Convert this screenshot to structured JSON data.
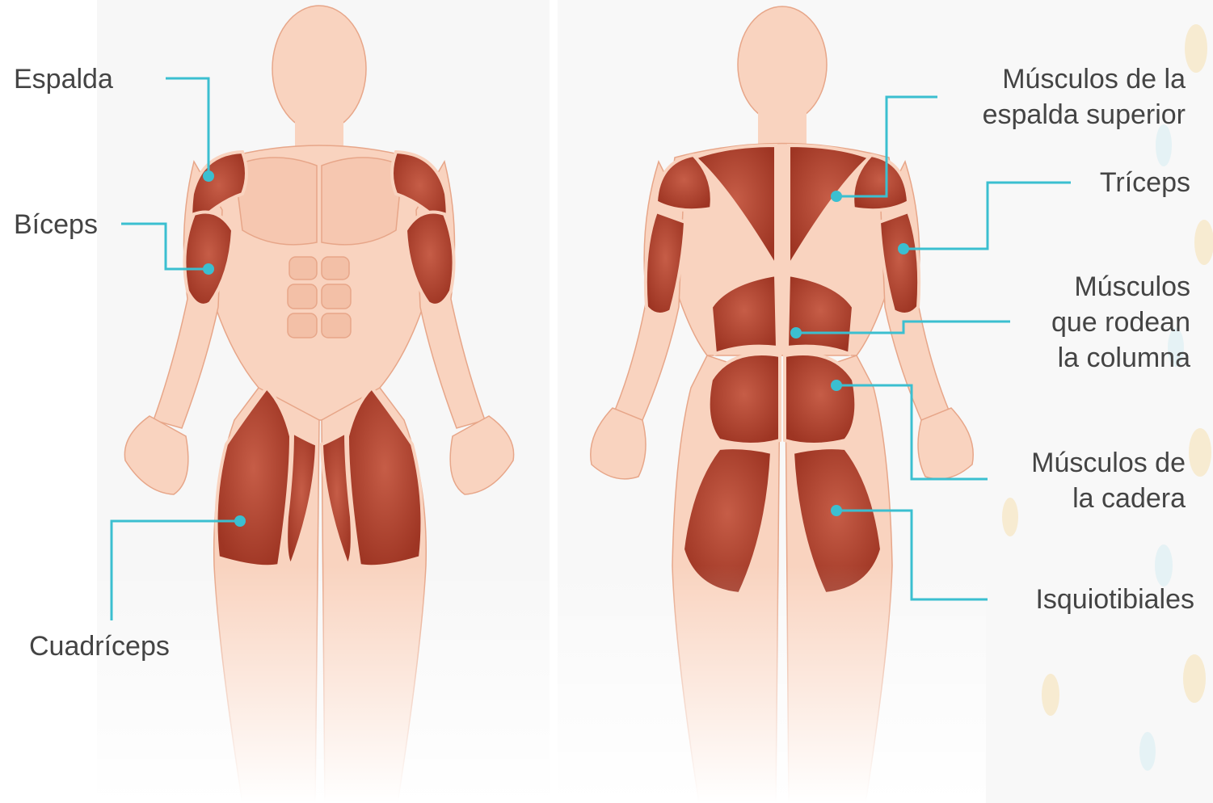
{
  "colors": {
    "skin": "#f9d3bf",
    "skin_shadow": "#f1b89f",
    "skin_outline": "#e7a689",
    "muscle": "#9e3523",
    "muscle_light": "#c65d47",
    "leader": "#3bbfd0",
    "text": "#444444"
  },
  "figures": {
    "front": {
      "name": "front-figure"
    },
    "back": {
      "name": "back-figure"
    }
  },
  "labels": {
    "espalda": "Espalda",
    "biceps": "Bíceps",
    "cuadriceps": "Cuadríceps",
    "espalda_superior": [
      "Músculos de la",
      "espalda superior"
    ],
    "triceps": "Tríceps",
    "columna": [
      "Músculos",
      "que rodean",
      "la columna"
    ],
    "cadera": [
      "Músculos de",
      "la cadera"
    ],
    "isquiotibiales": "Isquiotibiales"
  }
}
